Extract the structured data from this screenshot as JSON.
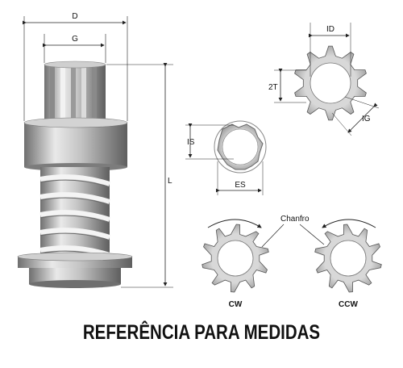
{
  "title": "REFERÊNCIA PARA MEDIDAS",
  "dimensions": {
    "D": "D",
    "G": "G",
    "L": "L",
    "ID": "ID",
    "T2": "2T",
    "IG": "IG",
    "IS": "IS",
    "ES": "ES"
  },
  "chamfer_label": "Chanfro",
  "rotation": {
    "cw": "CW",
    "ccw": "CCW"
  },
  "colors": {
    "metal_light": "#e6e6e6",
    "metal_mid": "#b9b9b9",
    "metal_dark": "#7d7d7d",
    "line": "#222222"
  }
}
